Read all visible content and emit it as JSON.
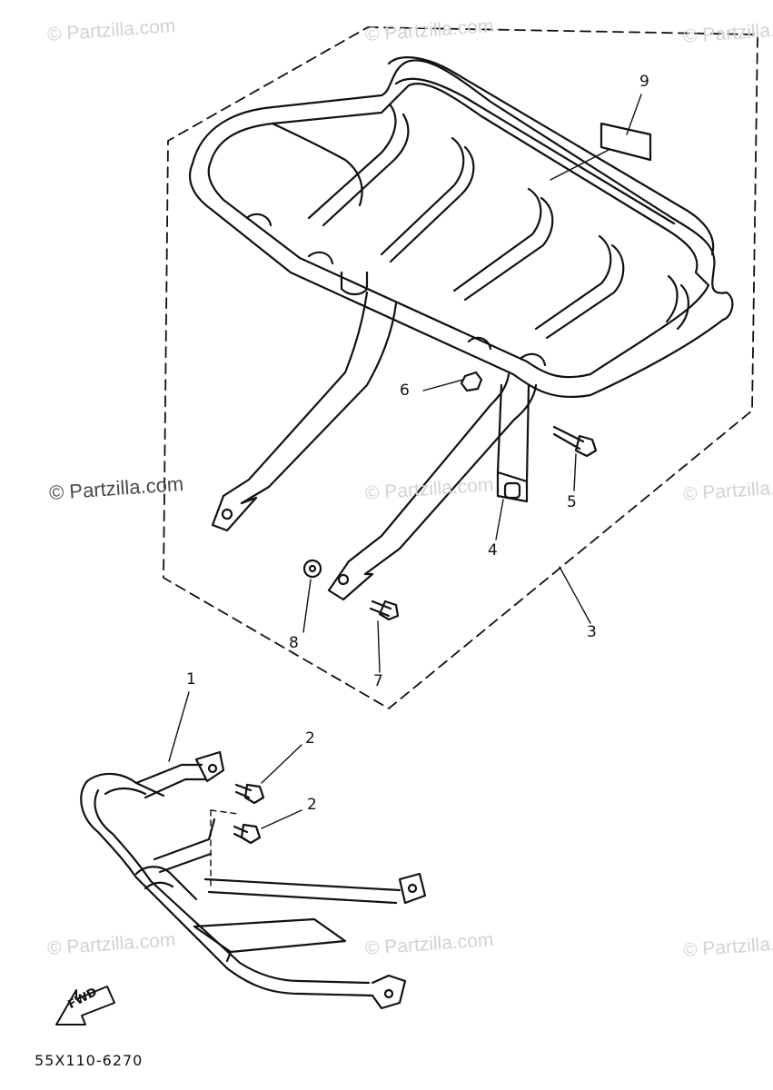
{
  "watermark_text": "© Partzilla.com",
  "callouts": {
    "c1": "1",
    "c2a": "2",
    "c2b": "2",
    "c3": "3",
    "c4": "4",
    "c5": "5",
    "c6": "6",
    "c7": "7",
    "c8": "8",
    "c9": "9"
  },
  "forward_arrow_label": "FWD",
  "diagram_code": "55X110-6270"
}
